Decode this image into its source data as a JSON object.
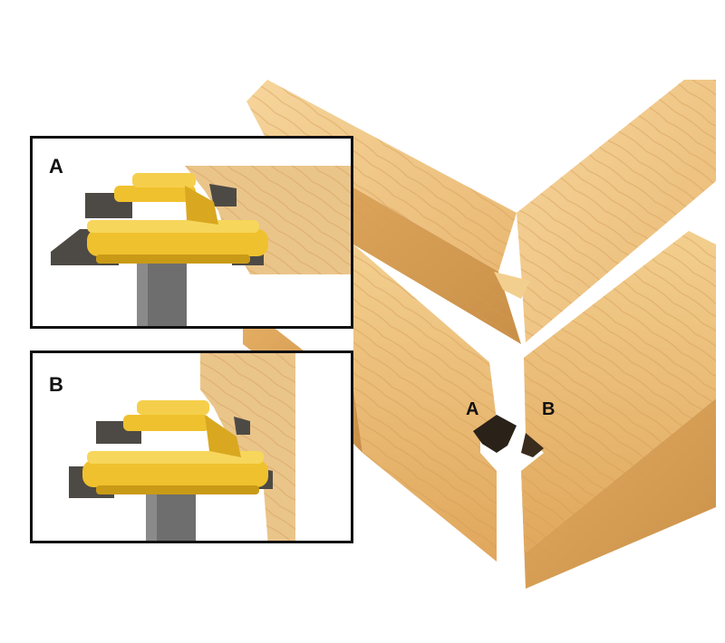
{
  "panels": [
    {
      "label": "A"
    },
    {
      "label": "B"
    }
  ],
  "joint_labels": {
    "a": "A",
    "b": "B"
  },
  "colors": {
    "wood_light": "#f2c989",
    "wood_mid": "#e6b46d",
    "wood_dark": "#c48a45",
    "wood_end": "#d9a25c",
    "bit_yellow": "#f0c12e",
    "bit_yellow_dark": "#c99a16",
    "carbide": "#4d4a45",
    "shank": "#6e6e6e",
    "frame": "#111111"
  }
}
